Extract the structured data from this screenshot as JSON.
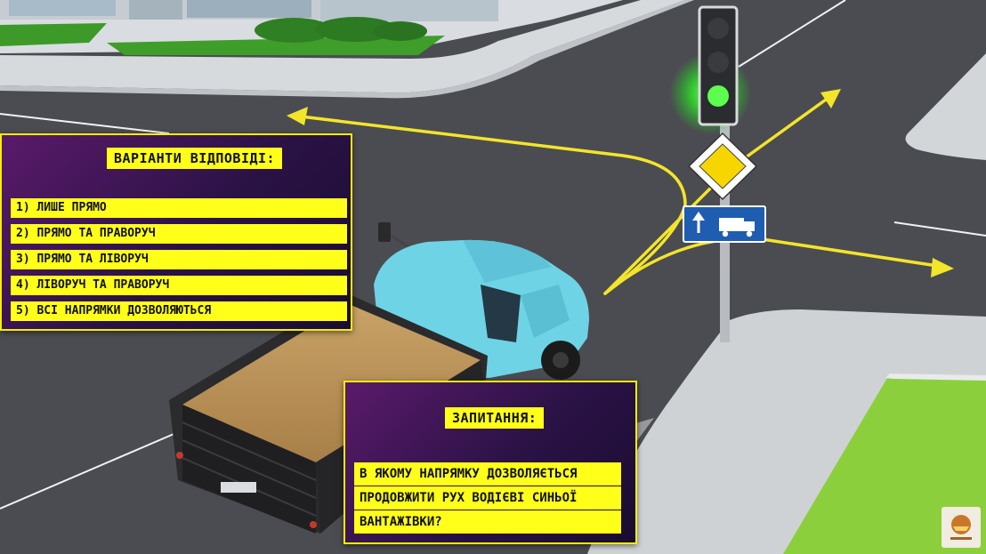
{
  "answers_panel": {
    "title": "ВАРІАНТИ ВІДПОВІДІ:",
    "options": [
      "1) ЛИШЕ ПРЯМО",
      "2) ПРЯМО ТА ПРАВОРУЧ",
      "3) ПРЯМО ТА ЛІВОРУЧ",
      "4) ЛІВОРУЧ ТА ПРАВОРУЧ",
      "5) ВСІ НАПРЯМКИ ДОЗВОЛЯЮТЬСЯ"
    ]
  },
  "question_panel": {
    "title": "ЗАПИТАННЯ:",
    "lines": [
      "В ЯКОМУ НАПРЯМКУ ДОЗВОЛЯЄТЬСЯ",
      "ПРОДОВЖИТИ РУХ ВОДІЄВІ СИНЬОЇ",
      "ВАНТАЖІВКИ?"
    ]
  },
  "scene": {
    "traffic_light_state": "green",
    "sign_primary": "main-road-sign",
    "sign_secondary": "lane-direction-truck-plate",
    "truck_color": "#6fd3e6",
    "arrow_color": "#f3e52a"
  },
  "icons": {
    "logo": "channel-logo-icon"
  }
}
